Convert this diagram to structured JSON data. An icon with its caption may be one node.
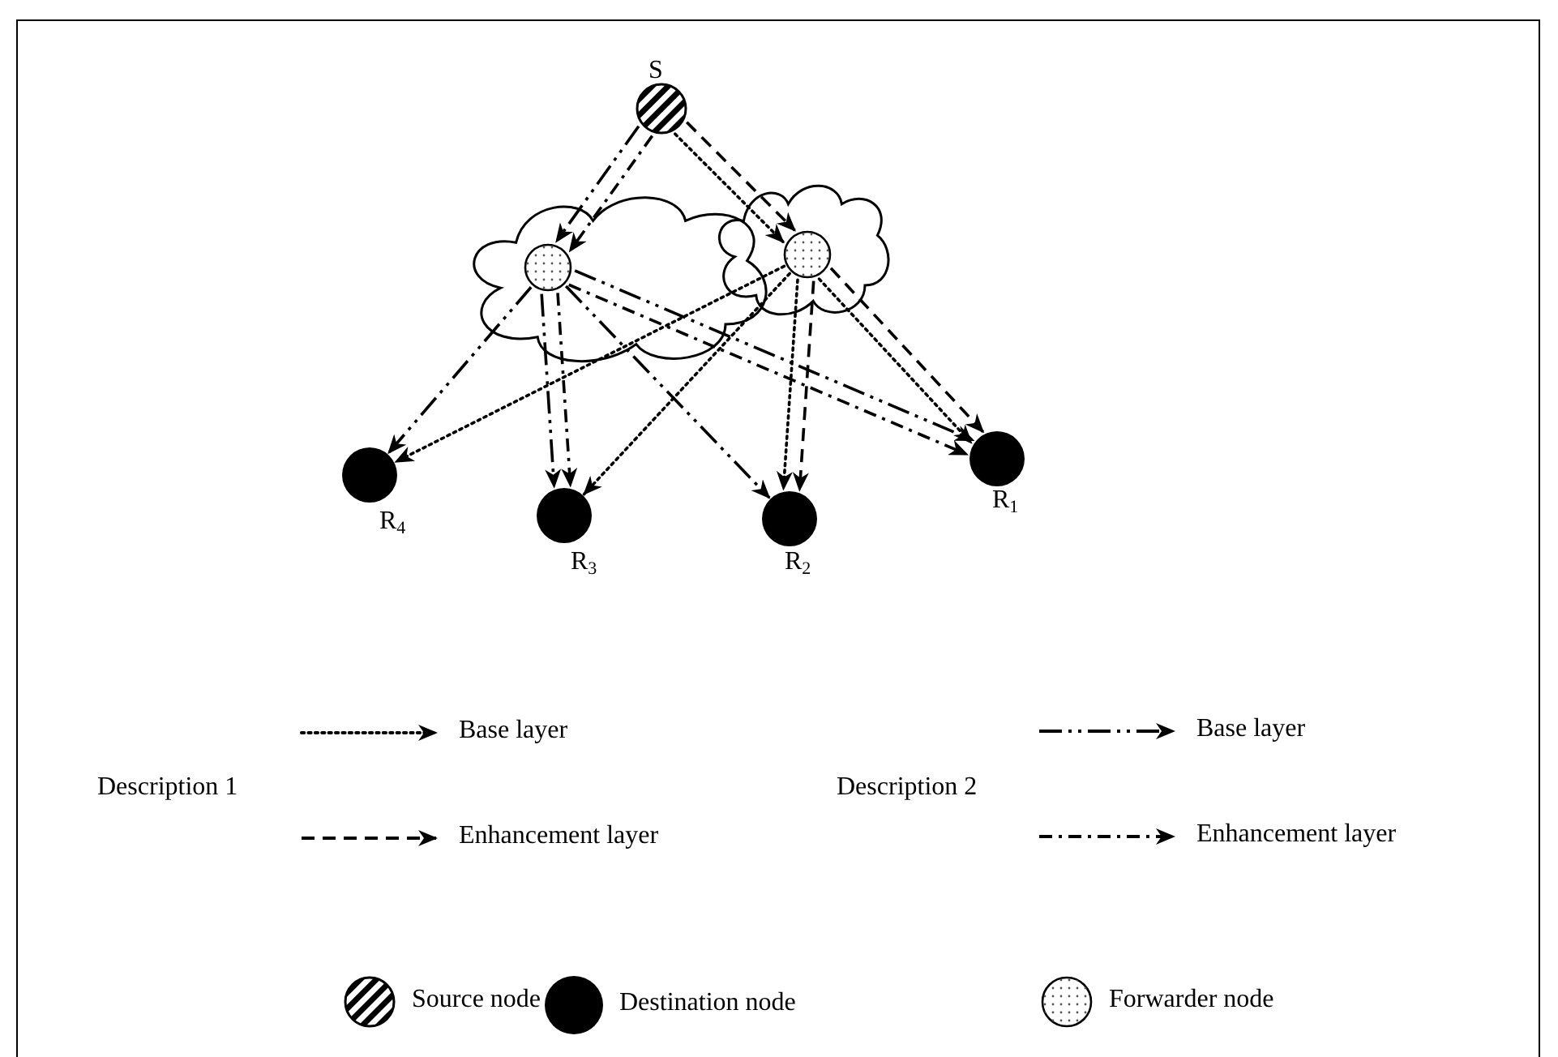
{
  "diagram": {
    "nodes": [
      {
        "text": [],
        "shape": "circle",
        "beside": [
          "S"
        ]
      },
      {
        "text": [],
        "shape": "cloud"
      },
      {
        "text": [],
        "shape": "circle",
        "in": 1
      },
      {
        "text": [],
        "shape": "cloud"
      },
      {
        "text": [],
        "shape": "circle",
        "in": 3
      },
      {
        "text": [],
        "shape": "circle",
        "beside": [
          "R$_{4}$"
        ]
      },
      {
        "text": [],
        "shape": "circle",
        "beside": [
          "R$_{3}$"
        ]
      },
      {
        "text": [],
        "shape": "circle",
        "beside": [
          "R$_{2}$"
        ]
      },
      {
        "text": [],
        "shape": "circle",
        "beside": [
          "R$_{1}$"
        ]
      }
    ],
    "edges": [
      {
        "from": 0,
        "to": 2,
        "arrow": "to",
        "style": "dashed"
      },
      {
        "from": 0,
        "to": 2,
        "arrow": "to",
        "style": "dashed"
      },
      {
        "from": 0,
        "to": 4,
        "arrow": "to",
        "style": "dashed"
      },
      {
        "from": 0,
        "to": 4,
        "arrow": "to",
        "style": "dashed"
      },
      {
        "from": 2,
        "to": 5,
        "arrow": "to",
        "style": "dashed"
      },
      {
        "from": 2,
        "to": 6,
        "arrow": "to",
        "style": "dashed"
      },
      {
        "from": 2,
        "to": 6,
        "arrow": "to",
        "style": "dashed"
      },
      {
        "from": 2,
        "to": 7,
        "arrow": "to",
        "style": "dashed"
      },
      {
        "from": 2,
        "to": 8,
        "arrow": "to",
        "style": "dashed"
      },
      {
        "from": 2,
        "to": 8,
        "arrow": "to",
        "style": "dashed"
      },
      {
        "from": 4,
        "to": 5,
        "arrow": "to",
        "style": "dashed"
      },
      {
        "from": 4,
        "to": 6,
        "arrow": "to",
        "style": "dashed"
      },
      {
        "from": 4,
        "to": 7,
        "arrow": "to",
        "style": "dashed"
      },
      {
        "from": 4,
        "to": 7,
        "arrow": "to",
        "style": "dashed"
      },
      {
        "from": 4,
        "to": 8,
        "arrow": "to",
        "style": "dashed"
      },
      {
        "from": 4,
        "to": 8,
        "arrow": "to",
        "style": "dashed"
      }
    ],
    "labels": [
      "Description 1",
      "Description 2"
    ],
    "legend": [
      {
        "text": "Base layer"
      },
      {
        "text": "Enhancement layer"
      },
      {
        "text": "Base layer"
      },
      {
        "text": "Enhancement layer"
      },
      {
        "text": "Source node"
      },
      {
        "text": "Destination node"
      },
      {
        "text": "Forwarder node"
      }
    ]
  }
}
